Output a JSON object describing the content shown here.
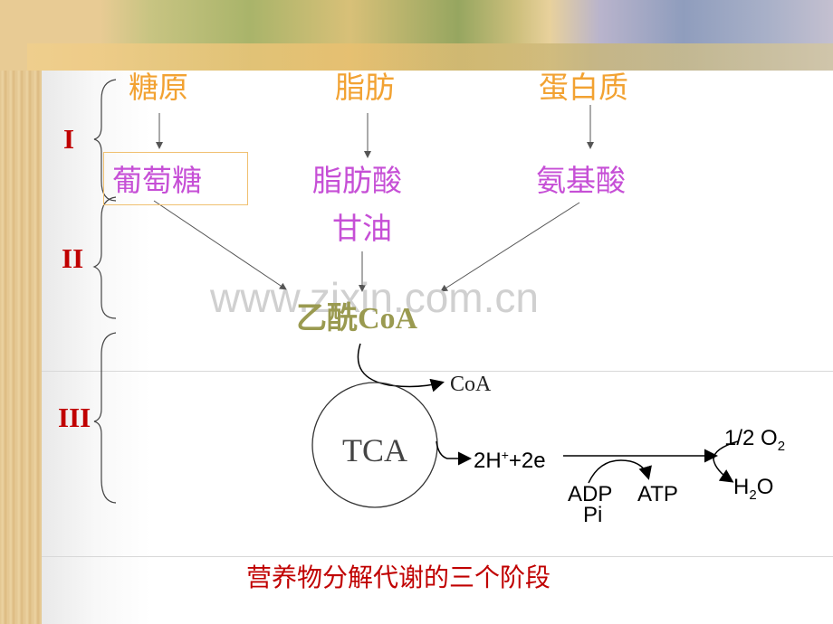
{
  "stages": [
    "I",
    "II",
    "III"
  ],
  "sources": [
    "糖原",
    "脂肪",
    "蛋白质"
  ],
  "monomers": [
    "葡萄糖",
    "脂肪酸",
    "甘油",
    "氨基酸"
  ],
  "acetyl_coa": "乙酰CoA",
  "coa_out": "CoA",
  "tca": "TCA",
  "electron": {
    "h": "2H",
    "plus_sup": "+",
    "rest": "+2e",
    "oxygen": "1/2 O",
    "oxygen_sub": "2",
    "water_h": "H",
    "water_sub": "2",
    "water_o": "O",
    "adp": "ADP",
    "pi": "Pi",
    "atp": "ATP"
  },
  "watermark": "www.zixin.com.cn",
  "caption": "营养物分解代谢的三个阶段",
  "colors": {
    "source_text": "#f2a232",
    "monomer_text": "#c64fd6",
    "acetyl_text": "#9a9a50",
    "stage_text": "#c00000",
    "caption_text": "#c00000"
  }
}
